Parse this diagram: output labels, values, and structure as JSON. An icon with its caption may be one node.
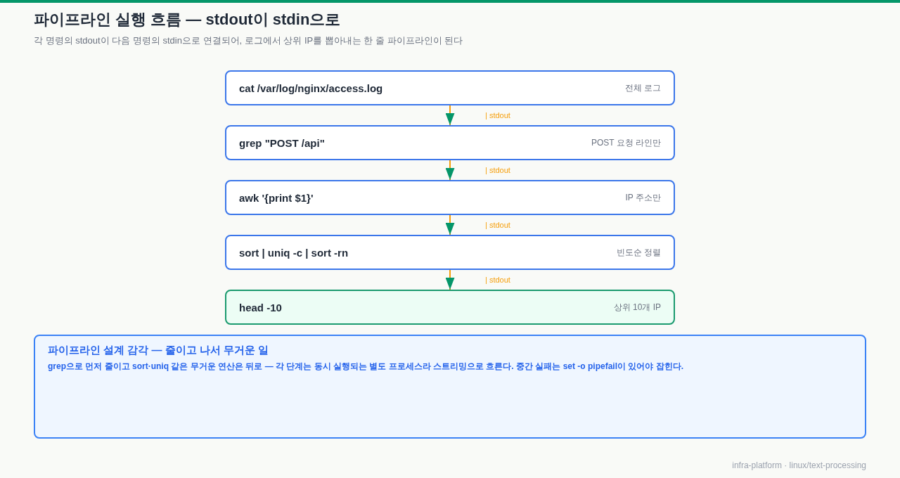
{
  "diagram": {
    "title": "파이프라인 실행 흐름 — stdout이 stdin으로",
    "caption": "각 명령의 stdout이 다음 명령의 stdin으로 연결되어, 로그에서 상위 IP를 뽑아내는 한 줄 파이프라인이 된다",
    "nodes": [
      {
        "text": [
          "cat /var/log/nginx/access.log",
          "전체 로그"
        ]
      },
      {
        "text": [
          "grep \"POST /api\"",
          "POST 요청 라인만"
        ]
      },
      {
        "text": [
          "awk '{print $1}'",
          "IP 주소만"
        ]
      },
      {
        "text": [
          "sort | uniq -c | sort -rn",
          "빈도순 정렬"
        ]
      },
      {
        "text": [
          "head -10",
          "상위 10개 IP"
        ]
      },
      {
        "text": [
          "파이프라인 설계 감각 — 줄이고 나서 무거운 일",
          "grep으로 먼저 줄이고 sort·uniq 같은 무거운 연산은 뒤로 — 각 단계는 동시 실행되는 별도 프로세스라 스트리밍으로 흐른다. 중간 실패는 set -o pipefail이 있어야 잡힌다."
        ]
      }
    ],
    "edges": [
      {
        "from": 0,
        "to": 1,
        "arrow": "to",
        "label": "| stdout"
      },
      {
        "from": 1,
        "to": 2,
        "arrow": "to",
        "label": "| stdout"
      },
      {
        "from": 2,
        "to": 3,
        "arrow": "to",
        "label": "| stdout"
      },
      {
        "from": 3,
        "to": 4,
        "arrow": "to",
        "label": "| stdout"
      }
    ],
    "labels": [
      "infra-platform · linux/text-processing"
    ]
  }
}
